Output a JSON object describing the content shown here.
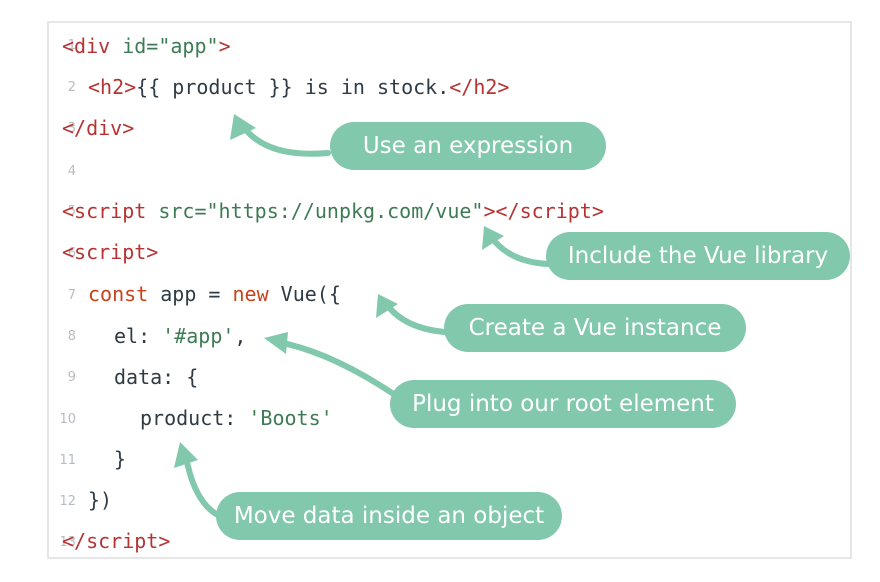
{
  "line_numbers": [
    "1",
    "2",
    "3",
    "4",
    "5",
    "6",
    "7",
    "8",
    "9",
    "10",
    "11",
    "12",
    "13"
  ],
  "code": {
    "l1": {
      "open": "<div",
      "attr": " id=",
      "val": "\"app\"",
      "close": ">"
    },
    "l2": {
      "open": "<h2>",
      "text": "{{ product }} is in stock.",
      "close": "</h2>"
    },
    "l3": {
      "close": "</div>"
    },
    "l5": {
      "open": "<script",
      "attr": " src=",
      "val": "\"https://unpkg.com/vue\"",
      "mid": "></",
      "tagname": "script",
      "end": ">"
    },
    "l6": {
      "open": "<script>"
    },
    "l7": {
      "kw1": "const",
      "mid1": " app = ",
      "kw2": "new",
      "rest": " Vue({"
    },
    "l8": {
      "key": "el: ",
      "val": "'#app'",
      "rest": ","
    },
    "l9": {
      "text": "data: {"
    },
    "l10": {
      "key": "product: ",
      "val": "'Boots'"
    },
    "l11": {
      "text": "}"
    },
    "l12": {
      "text": "})"
    },
    "l13": {
      "open": "</",
      "tagname": "script",
      "close": ">"
    }
  },
  "callouts": {
    "expression": "Use an expression",
    "library": "Include the Vue library",
    "instance": "Create a Vue instance",
    "root": "Plug into our root element",
    "data": "Move data inside an object"
  },
  "colors": {
    "callout_bg": "#82c8ad",
    "tag": "#b73333",
    "string": "#3e7b55",
    "keyword": "#c8421c",
    "code_text": "#2f3b45",
    "line_number": "#b8bcc2"
  }
}
